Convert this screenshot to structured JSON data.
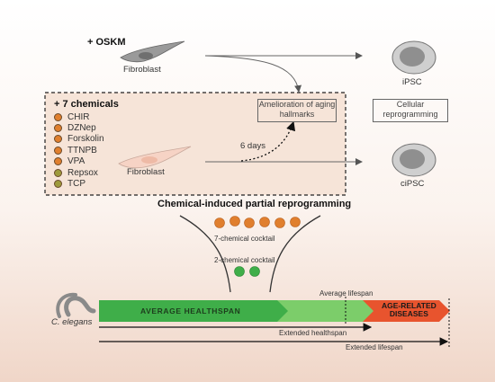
{
  "oskm": "+ OSKM",
  "fibroblast_top": "Fibroblast",
  "ipsc": "iPSC",
  "seven_chemicals": "+ 7 chemicals",
  "amelioration": "Amelioration of aging hallmarks",
  "cellular_reprogramming": "Cellular reprogramming",
  "six_days": "6 days",
  "fibroblast_mid": "Fibroblast",
  "cipsc": "ciPSC",
  "chemicals": [
    {
      "name": "CHIR",
      "color": "#e07f2e"
    },
    {
      "name": "DZNep",
      "color": "#e07f2e"
    },
    {
      "name": "Forskolin",
      "color": "#e07f2e"
    },
    {
      "name": "TTNPB",
      "color": "#e07f2e"
    },
    {
      "name": "VPA",
      "color": "#e07f2e"
    },
    {
      "name": "Repsox",
      "color": "#9e9a3c"
    },
    {
      "name": "TCP",
      "color": "#9e9a3c"
    }
  ],
  "panel_title": "Chemical-induced partial reprogramming",
  "cocktail7": "7-chemical cocktail",
  "cocktail2": "2-chemical cocktail",
  "organism": "C. elegans",
  "avg_healthspan": "AVERAGE HEALTHSPAN",
  "avg_lifespan": "Average lifespan",
  "age_related_1": "AGE-RELATED",
  "age_related_2": "DISEASES",
  "ext_healthspan": "Extended healthspan",
  "ext_lifespan": "Extended lifespan",
  "colors": {
    "orange_dot": "#e07f2e",
    "olive_dot": "#9e9a3c",
    "green_dot": "#3fae49",
    "healthspan_green": "#3fae49",
    "light_green": "#7ccd6a",
    "disease_red": "#e8542e",
    "panel_fill": "#f6e4d8"
  }
}
